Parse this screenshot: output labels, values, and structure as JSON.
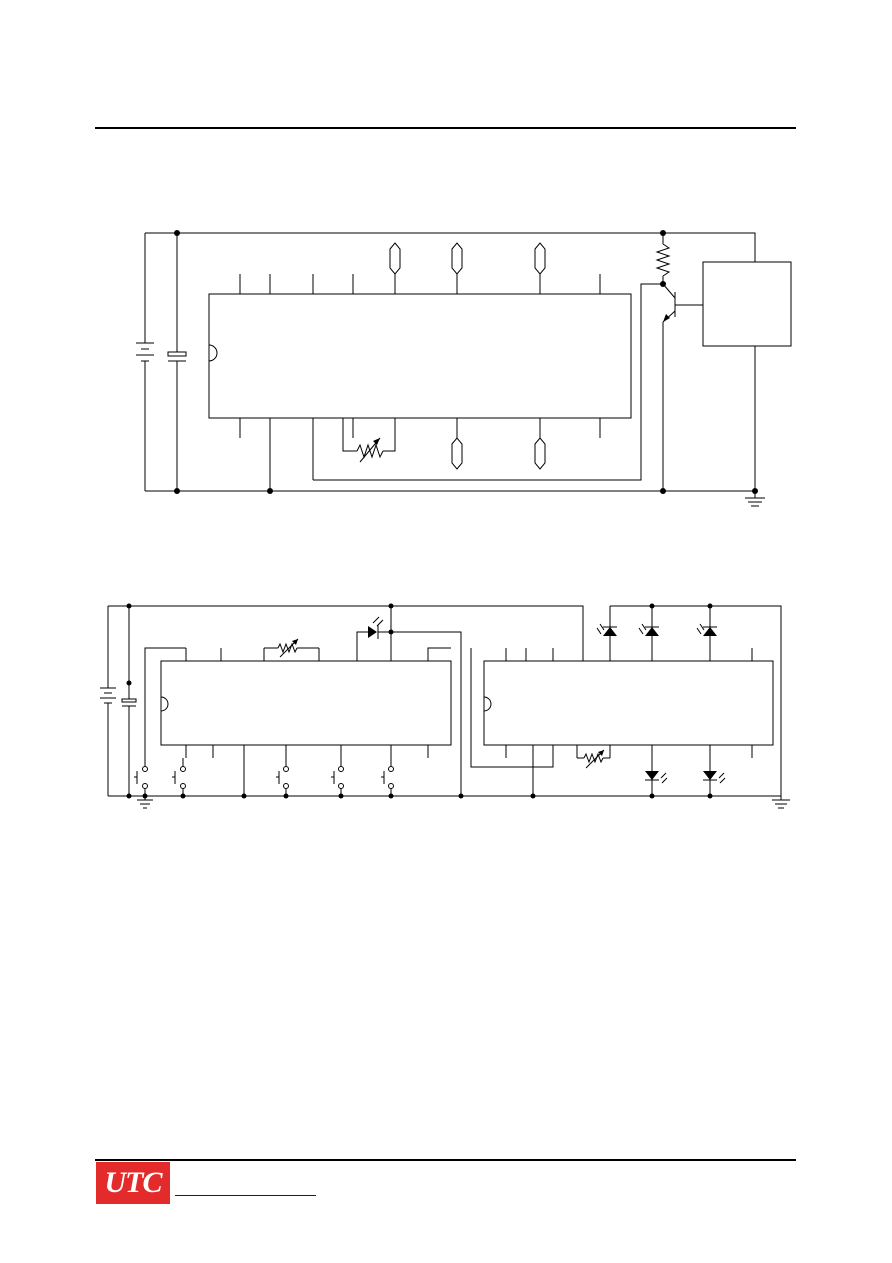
{
  "brand": {
    "logo_text": "UTC",
    "logo_color": "#e32b2b",
    "link_color": "#0000ff",
    "website": ""
  },
  "diagram_1": {
    "components": [
      "battery",
      "capacitor",
      "ic",
      "input-pin-connectors",
      "output-pin-connectors",
      "variable-resistor",
      "resistor",
      "npn-transistor",
      "load-box",
      "ground"
    ]
  },
  "diagram_2": {
    "components": [
      "battery",
      "capacitor",
      "ic-left",
      "ic-right",
      "push-switches",
      "variable-resistors",
      "leds",
      "ground"
    ]
  }
}
